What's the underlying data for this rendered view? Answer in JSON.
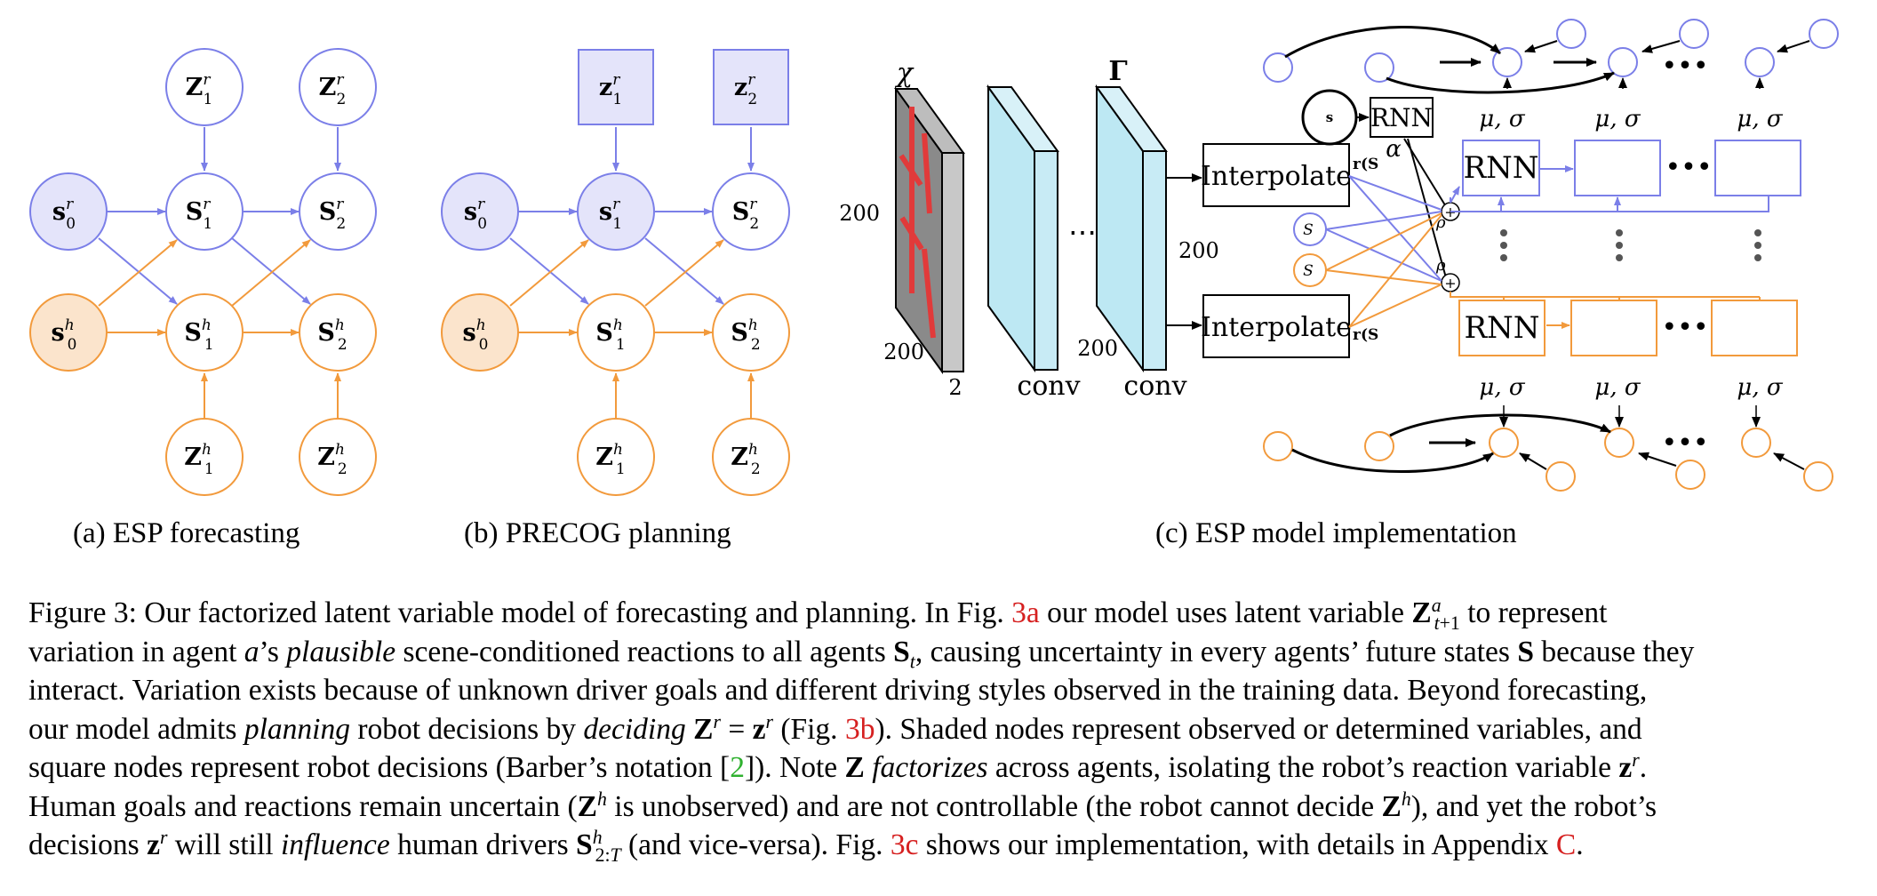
{
  "colors": {
    "blue": "#7b7fe8",
    "orange": "#f29a3c",
    "blue_fill": "#e4e4fa",
    "orange_fill": "#fbe4cc",
    "cyan": "#bde8f3",
    "red": "#e13a3a"
  },
  "panel_a": {
    "nodes": {
      "z1r": "Z",
      "z2r": "Z",
      "s0r": "s",
      "s1r": "S",
      "s2r": "S",
      "s0h": "s",
      "s1h": "S",
      "s2h": "S",
      "z1h": "Z",
      "z2h": "Z"
    },
    "subscripts": {
      "z1r": "1",
      "z2r": "2",
      "s0r": "0",
      "s1r": "1",
      "s2r": "2",
      "s0h": "0",
      "s1h": "1",
      "s2h": "2",
      "z1h": "1",
      "z2h": "2"
    },
    "superscripts": {
      "r": "r",
      "h": "h"
    },
    "caption": "(a) ESP forecasting"
  },
  "panel_b": {
    "nodes": {
      "z1r": "z",
      "z2r": "z",
      "s0r": "s",
      "s1r": "s",
      "s2r": "S",
      "s0h": "s",
      "s1h": "S",
      "s2h": "S",
      "z1h": "Z",
      "z2h": "Z"
    },
    "caption": "(b) PRECOG planning"
  },
  "panel_c": {
    "chi": "χ",
    "gamma": "Γ",
    "dim_200_a": "200",
    "dim_200_b": "200",
    "dim_2": "2",
    "conv1": "conv",
    "conv2": "conv",
    "dim_200_c": "200",
    "dim_200_d": "200",
    "ellipsis": "⋯",
    "interpolate_top": "Interpolate",
    "interpolate_bottom": "Interpolate",
    "r_top": "r(S",
    "r_bottom": "r(S",
    "rnn_small": "RNN",
    "alpha": "α",
    "s_tau": "s",
    "rho1": "ρ",
    "rhoA": "ρ",
    "rnn_blue": "RNN",
    "rnn_orange": "RNN",
    "mu1": "μ",
    "sigma": "σ",
    "caption": "(c) ESP model implementation"
  },
  "caption": {
    "line1_a": "Figure 3: Our factorized latent variable model of forecasting and planning. In Fig. ",
    "line1_ref": "3a",
    "line1_b": " our model uses latent variable ",
    "line1_c": " to represent",
    "line2_a": "variation in agent ",
    "line2_b": "’s ",
    "line2_plausible": "plausible",
    "line2_c": " scene-conditioned reactions to all agents ",
    "line2_d": ", causing uncertainty in every agents’ future states ",
    "line2_e": " because they",
    "line3": "interact. Variation exists because of unknown driver goals and different driving styles observed in the training data. Beyond forecasting,",
    "line4_a": "our model admits ",
    "line4_planning": "planning",
    "line4_b": " robot decisions by ",
    "line4_deciding": "deciding",
    "line4_c": " (Fig. ",
    "line4_ref": "3b",
    "line4_d": "). Shaded nodes represent observed or determined variables, and",
    "line5_a": "square nodes represent robot decisions (Barber’s notation [",
    "line5_ref": "2",
    "line5_b": "]). Note ",
    "line5_factorizes": "factorizes",
    "line5_c": " across agents, isolating the robot’s reaction variable ",
    "line5_d": ".",
    "line6_a": "Human goals and reactions remain uncertain (",
    "line6_b": " is unobserved) and are not controllable (the robot cannot decide ",
    "line6_c": "), and yet the robot’s",
    "line7_a": "decisions ",
    "line7_b": " will still ",
    "line7_influence": "influence",
    "line7_c": " human drivers ",
    "line7_d": " (and vice-versa). Fig. ",
    "line7_ref": "3c",
    "line7_e": " shows our implementation, with details in Appendix ",
    "line7_ref2": "C",
    "line7_f": "."
  }
}
